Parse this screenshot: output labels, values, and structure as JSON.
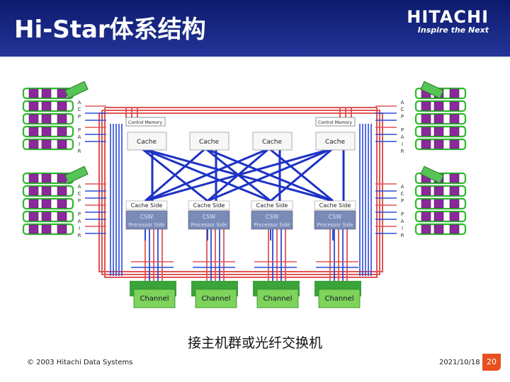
{
  "header": {
    "title": "Hi-Star体系结构",
    "brand": "HITACHI",
    "tagline": "Inspire the Next"
  },
  "acp_letters": [
    "A",
    "C",
    "P"
  ],
  "pair_letters": [
    "P",
    "A",
    "I",
    "R"
  ],
  "control_memory": [
    "Control Memory",
    "Control Memory"
  ],
  "caches": [
    "Cache",
    "Cache",
    "Cache",
    "Cache"
  ],
  "units": [
    {
      "cache_side": "Cache Side",
      "csw": "CSW",
      "processor_side": "Processor Side"
    },
    {
      "cache_side": "Cache Side",
      "csw": "CSW",
      "processor_side": "Processor Side"
    },
    {
      "cache_side": "Cache Side",
      "csw": "CSW",
      "processor_side": "Processor Side"
    },
    {
      "cache_side": "Cache Side",
      "csw": "CSW",
      "processor_side": "Processor Side"
    }
  ],
  "channels": [
    "Channel",
    "Channel",
    "Channel",
    "Channel"
  ],
  "caption": "接主机群或光纤交换机",
  "footer": {
    "copyright": "© 2003 Hitachi Data Systems",
    "date": "2021/10/18",
    "page": "20"
  },
  "colors": {
    "header": "#1a2a86",
    "red_line": "#e05555",
    "blue_line": "#2a4bd8",
    "green": "#2fb82f",
    "purple": "#8a2a9a",
    "teal": "#4a9e9e",
    "page_badge": "#e8511d"
  }
}
